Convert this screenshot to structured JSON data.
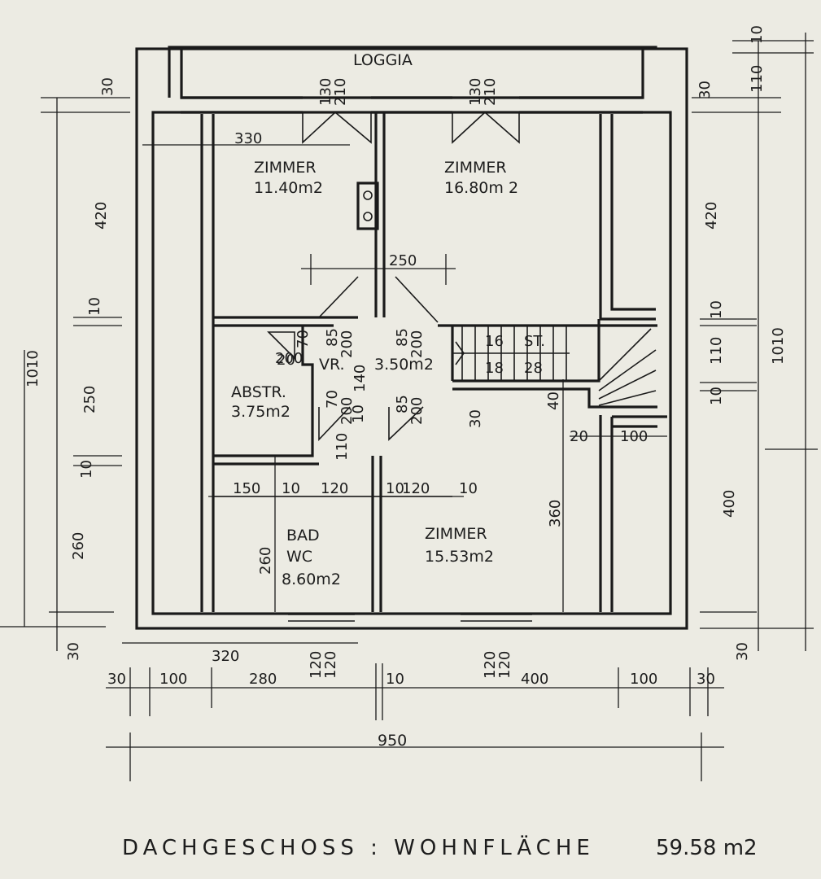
{
  "rooms": {
    "loggia": "LOGGIA",
    "zimmer_1": {
      "name": "ZIMMER",
      "area": "11.40m2"
    },
    "zimmer_2": {
      "name": "ZIMMER",
      "area": "16.80m 2"
    },
    "zimmer_3": {
      "name": "ZIMMER",
      "area": "15.53m2"
    },
    "vorraum": {
      "name": "VR.",
      "area": "3.50m2"
    },
    "abstellraum": {
      "name": "ABSTR.",
      "area": "3.75m2"
    },
    "bad": {
      "name_1": "BAD",
      "name_2": "WC",
      "area": "8.60m2"
    },
    "stair": {
      "steps": "16",
      "label": "ST.",
      "rise": "18",
      "run": "28"
    }
  },
  "dims": {
    "left": [
      "30",
      "420",
      "10",
      "250",
      "10",
      "260",
      "30"
    ],
    "left_total": "1010",
    "right": [
      "30",
      "420",
      "10",
      "110",
      "10",
      "400",
      "30"
    ],
    "right_top": [
      "110",
      "10"
    ],
    "right_total": "1010",
    "bottom": [
      "30",
      "100",
      "280",
      "10",
      "400",
      "100",
      "30"
    ],
    "bottom_total": "950",
    "bottom_sub": "320",
    "window_1": [
      "120",
      "120"
    ],
    "window_2": [
      "120",
      "120"
    ],
    "door_loggia_1": [
      "130",
      "210"
    ],
    "door_loggia_2": [
      "130",
      "210"
    ],
    "inner_330": "330",
    "inner_250": "250",
    "door_85_200": [
      "85",
      "200"
    ],
    "door_85_200_b": [
      "85",
      "200"
    ],
    "door_70_200": [
      "70",
      "200"
    ],
    "door_85_200_c": [
      "85",
      "200"
    ],
    "door_70_200_b": [
      "70",
      "200"
    ],
    "abstr_20": "20",
    "vr_140": "140",
    "dim_110": "110",
    "dim_10": "10",
    "mid_row": [
      "150",
      "10",
      "120",
      "10",
      "120",
      "10"
    ],
    "bad_260": "260",
    "zimmer_360": "360",
    "stair_40": "40",
    "stair_30": "30",
    "stair_20": "20",
    "stair_100": "100"
  },
  "footer": {
    "label": "DACHGESCHOSS : WOHNFLÄCHE",
    "area": "59.58 m2"
  }
}
